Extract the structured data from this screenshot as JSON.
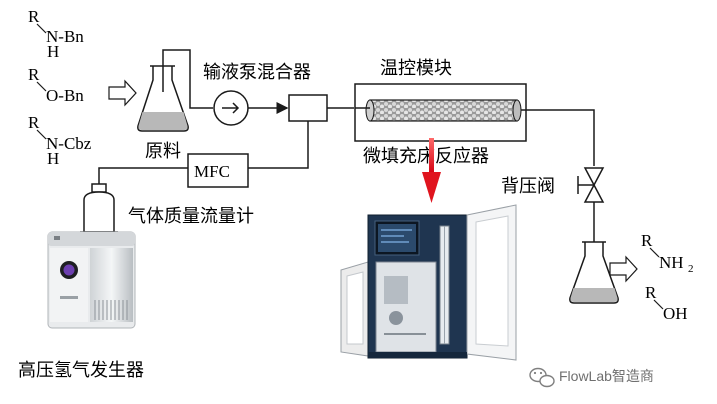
{
  "substrates": [
    {
      "r": "R",
      "link": "N-Bn",
      "h": "H"
    },
    {
      "r": "R",
      "link": "O-Bn"
    },
    {
      "r": "R",
      "link": "N-Cbz",
      "h": "H"
    }
  ],
  "products": [
    {
      "r": "R",
      "group": "NH",
      "sub": "2"
    },
    {
      "r": "R",
      "group": "OH"
    }
  ],
  "labels": {
    "raw_material": "原料",
    "pump_mixer": "输液泵混合器",
    "temp_module": "温控模块",
    "micro_reactor": "微填充床反应器",
    "back_pressure_valve": "背压阀",
    "mfc_box": "MFC",
    "mass_flow_meter": "气体质量流量计",
    "hydrogen_generator": "高压氢气发生器"
  },
  "watermark": {
    "text": "FlowLab智造商",
    "icon": "wechat-icon"
  },
  "colors": {
    "line": "#1a1a1a",
    "arrow_red": "#e0141e",
    "liquid": "#b8b8b8",
    "instrument_blue": "#1f3550"
  }
}
